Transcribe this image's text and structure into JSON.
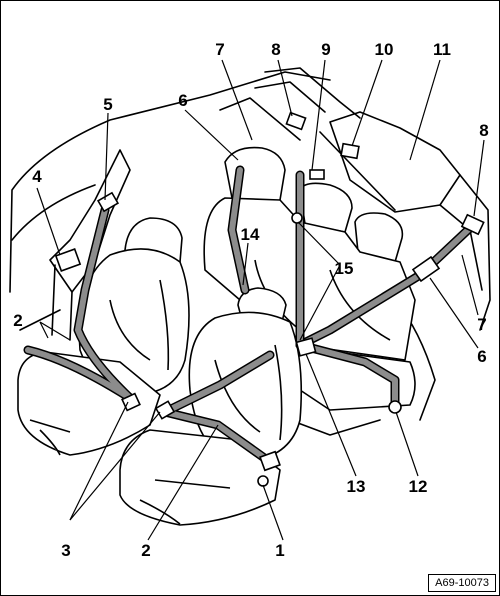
{
  "figure_id": "A69-10073",
  "colors": {
    "line": "#000000",
    "belt_fill": "#8c8c8c",
    "background": "#ffffff"
  },
  "callouts": {
    "c1": "1",
    "c2_rear": "2",
    "c2_front": "2",
    "c3": "3",
    "c4": "4",
    "c5": "5",
    "c6_left": "6",
    "c6_right": "6",
    "c7_left": "7",
    "c7_right": "7",
    "c8_left": "8",
    "c8_right": "8",
    "c9": "9",
    "c10": "10",
    "c11": "11",
    "c12": "12",
    "c13": "13",
    "c14": "14",
    "c15": "15"
  }
}
